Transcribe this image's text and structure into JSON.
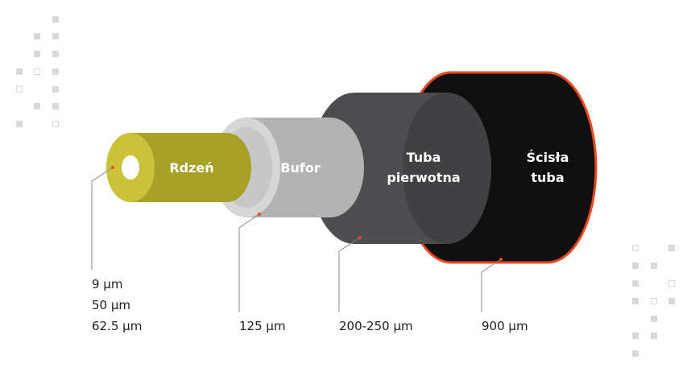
{
  "layers": [
    {
      "id": "core",
      "label": "Rdzeń"
    },
    {
      "id": "buffer",
      "label": "Bufor"
    },
    {
      "id": "primary",
      "label_lines": [
        "Tuba",
        "pierwotna"
      ]
    },
    {
      "id": "tight",
      "label_lines": [
        "Ścisła",
        "tuba"
      ]
    }
  ],
  "measurements": {
    "core": [
      "9 µm",
      "50 µm",
      "62.5 µm"
    ],
    "buffer": "125 µm",
    "primary": "200-250 µm",
    "tight": "900 µm"
  },
  "colors": {
    "core": "#a8a128",
    "core_face": "#c9c23a",
    "buffer": "#b3b3b3",
    "primary": "#4d4d4f",
    "tight": "#0f0f0f",
    "tight_outline": "#e8491d",
    "marker": "#e8491d"
  }
}
